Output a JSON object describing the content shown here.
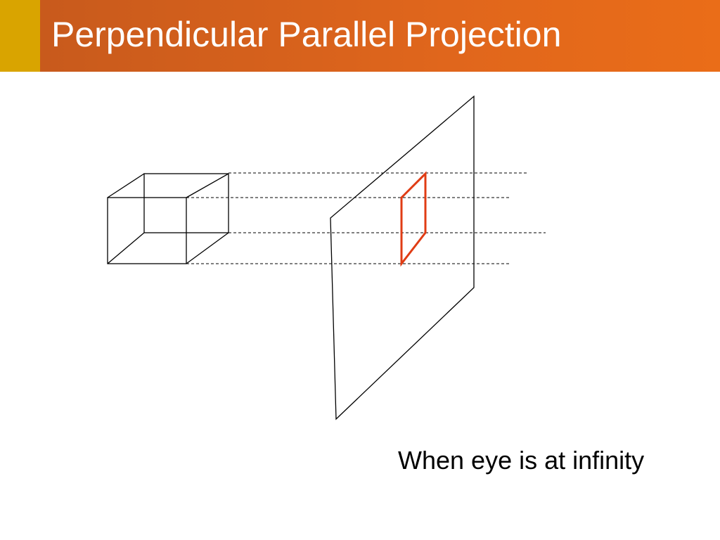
{
  "slide": {
    "title": "Perpendicular Parallel Projection",
    "caption": "When eye is at infinity"
  },
  "colors": {
    "title_band_start": "#c85a1c",
    "title_band_end": "#ea6d18",
    "title_accent": "#d9a400",
    "title_text": "#ffffff",
    "line": "#000000",
    "projection": "#e03c14"
  },
  "diagram": {
    "objects": [
      "wireframe-cube",
      "projection-plane",
      "projected-square",
      "projector-lines"
    ]
  }
}
